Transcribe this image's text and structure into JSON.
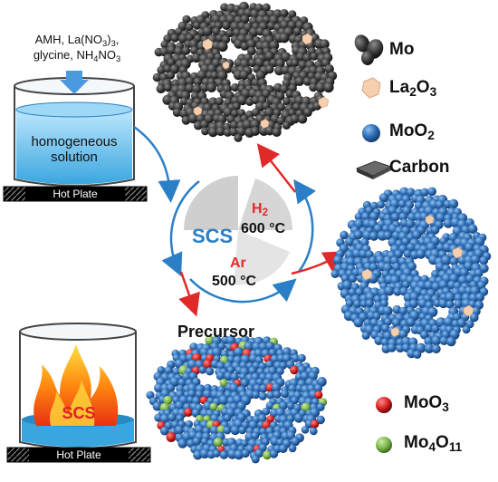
{
  "reagents": {
    "line1": "AMH, La(NO",
    "line1_sub": "3",
    "line1_end": ")",
    "line1_sub2": "3",
    "line1_tail": ",",
    "line2": "glycine, NH",
    "line2_sub": "4",
    "line2_mid": "NO",
    "line2_sub2": "3"
  },
  "beaker_top": {
    "text_line1": "homogeneous",
    "text_line2": "solution",
    "plate": "Hot Plate"
  },
  "beaker_bottom": {
    "text": "SCS",
    "plate": "Hot Plate"
  },
  "cycle": {
    "scs": "SCS",
    "ar": "Ar",
    "ar_temp": "500 °C",
    "h2": "H",
    "h2_sub": "2",
    "h2_temp": "600 °C",
    "precursor": "Precursor"
  },
  "legend_top": [
    {
      "label": "Mo",
      "icon": "mo-particles-icon"
    },
    {
      "label": "La",
      "sub1": "2",
      "mid": "O",
      "sub2": "3",
      "icon": "la2o3-particle-icon"
    },
    {
      "label": "MoO",
      "sub1": "2",
      "icon": "moo2-sphere-icon"
    },
    {
      "label": "Carbon",
      "icon": "carbon-sheet-icon"
    }
  ],
  "legend_bottom": [
    {
      "label": "MoO",
      "sub1": "3",
      "icon": "moo3-sphere-icon"
    },
    {
      "label": "Mo",
      "sub1": "4",
      "mid": "O",
      "sub2": "11",
      "icon": "mo4o11-sphere-icon"
    }
  ],
  "colors": {
    "blue": "#2f6fb8",
    "dark": "#3a3a3a",
    "red": "#d62020",
    "green": "#7ab648",
    "tan": "#f2c9a8",
    "arrow_blue": "#2a7fc6",
    "arrow_red": "#e02a2a",
    "gray": "#c8c8c8"
  }
}
